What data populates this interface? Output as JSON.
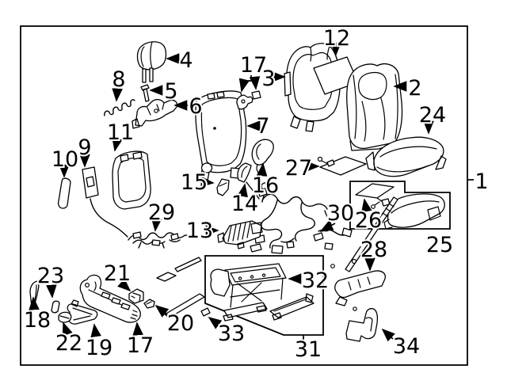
{
  "figure": {
    "background": "#ffffff",
    "line_color": "#000000",
    "label_color": "#000000",
    "description_visible_text_only": "numbered callouts on an exploded seat parts diagram",
    "border": {
      "color": "#000000"
    }
  },
  "callouts": {
    "c1": "1",
    "c2": "2",
    "c3": "3",
    "c4": "4",
    "c5": "5",
    "c6": "6",
    "c7": "7",
    "c8": "8",
    "c9": "9",
    "c10": "10",
    "c11": "11",
    "c12": "12",
    "c13": "13",
    "c14": "14",
    "c15": "15",
    "c16": "16",
    "c17a": "17",
    "c17b": "17",
    "c18": "18",
    "c19": "19",
    "c20": "20",
    "c21": "21",
    "c22": "22",
    "c23": "23",
    "c24": "24",
    "c25": "25",
    "c26": "26",
    "c27": "27",
    "c28": "28",
    "c29": "29",
    "c30": "30",
    "c31": "31",
    "c32": "32",
    "c33": "33",
    "c34": "34"
  }
}
